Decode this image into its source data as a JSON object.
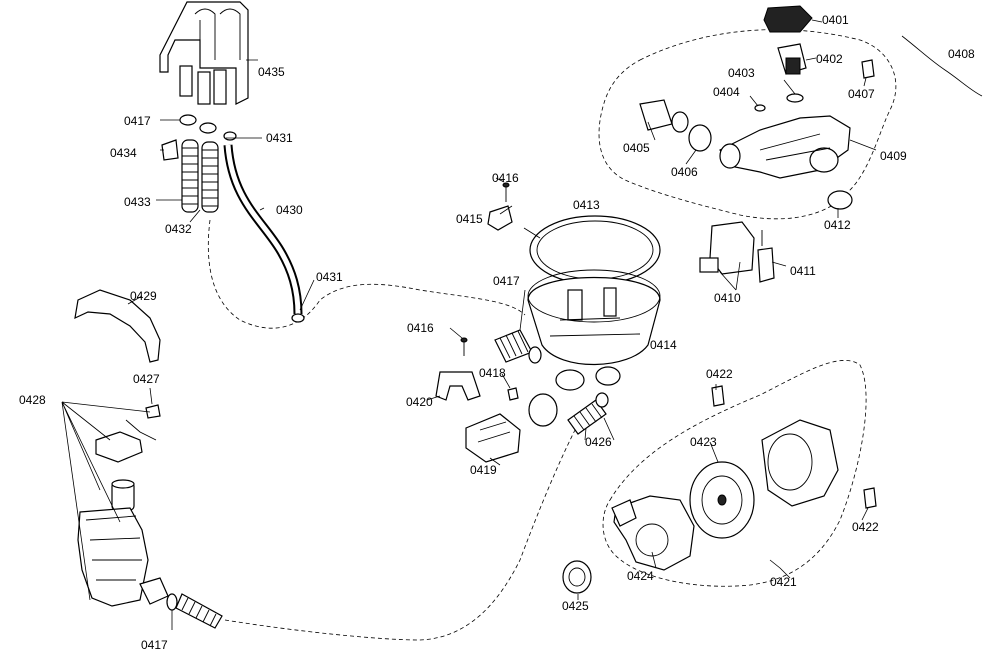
{
  "diagram": {
    "labels": [
      {
        "id": "0401",
        "text": "0401"
      },
      {
        "id": "0402",
        "text": "0402"
      },
      {
        "id": "0403",
        "text": "0403"
      },
      {
        "id": "0404",
        "text": "0404"
      },
      {
        "id": "0405",
        "text": "0405"
      },
      {
        "id": "0406",
        "text": "0406"
      },
      {
        "id": "0407",
        "text": "0407"
      },
      {
        "id": "0408",
        "text": "0408"
      },
      {
        "id": "0409",
        "text": "0409"
      },
      {
        "id": "0410",
        "text": "0410"
      },
      {
        "id": "0411",
        "text": "0411"
      },
      {
        "id": "0412",
        "text": "0412"
      },
      {
        "id": "0413",
        "text": "0413"
      },
      {
        "id": "0414",
        "text": "0414"
      },
      {
        "id": "0415",
        "text": "0415"
      },
      {
        "id": "0416a",
        "text": "0416"
      },
      {
        "id": "0416b",
        "text": "0416"
      },
      {
        "id": "0417a",
        "text": "0417"
      },
      {
        "id": "0417b",
        "text": "0417"
      },
      {
        "id": "0417c",
        "text": "0417"
      },
      {
        "id": "0418",
        "text": "0418"
      },
      {
        "id": "0419",
        "text": "0419"
      },
      {
        "id": "0420",
        "text": "0420"
      },
      {
        "id": "0421",
        "text": "0421"
      },
      {
        "id": "0422a",
        "text": "0422"
      },
      {
        "id": "0422b",
        "text": "0422"
      },
      {
        "id": "0423",
        "text": "0423"
      },
      {
        "id": "0424",
        "text": "0424"
      },
      {
        "id": "0425",
        "text": "0425"
      },
      {
        "id": "0426",
        "text": "0426"
      },
      {
        "id": "0427",
        "text": "0427"
      },
      {
        "id": "0428",
        "text": "0428"
      },
      {
        "id": "0429",
        "text": "0429"
      },
      {
        "id": "0430",
        "text": "0430"
      },
      {
        "id": "0431a",
        "text": "0431"
      },
      {
        "id": "0431b",
        "text": "0431"
      },
      {
        "id": "0432",
        "text": "0432"
      },
      {
        "id": "0433",
        "text": "0433"
      },
      {
        "id": "0434",
        "text": "0434"
      },
      {
        "id": "0435",
        "text": "0435"
      }
    ]
  }
}
